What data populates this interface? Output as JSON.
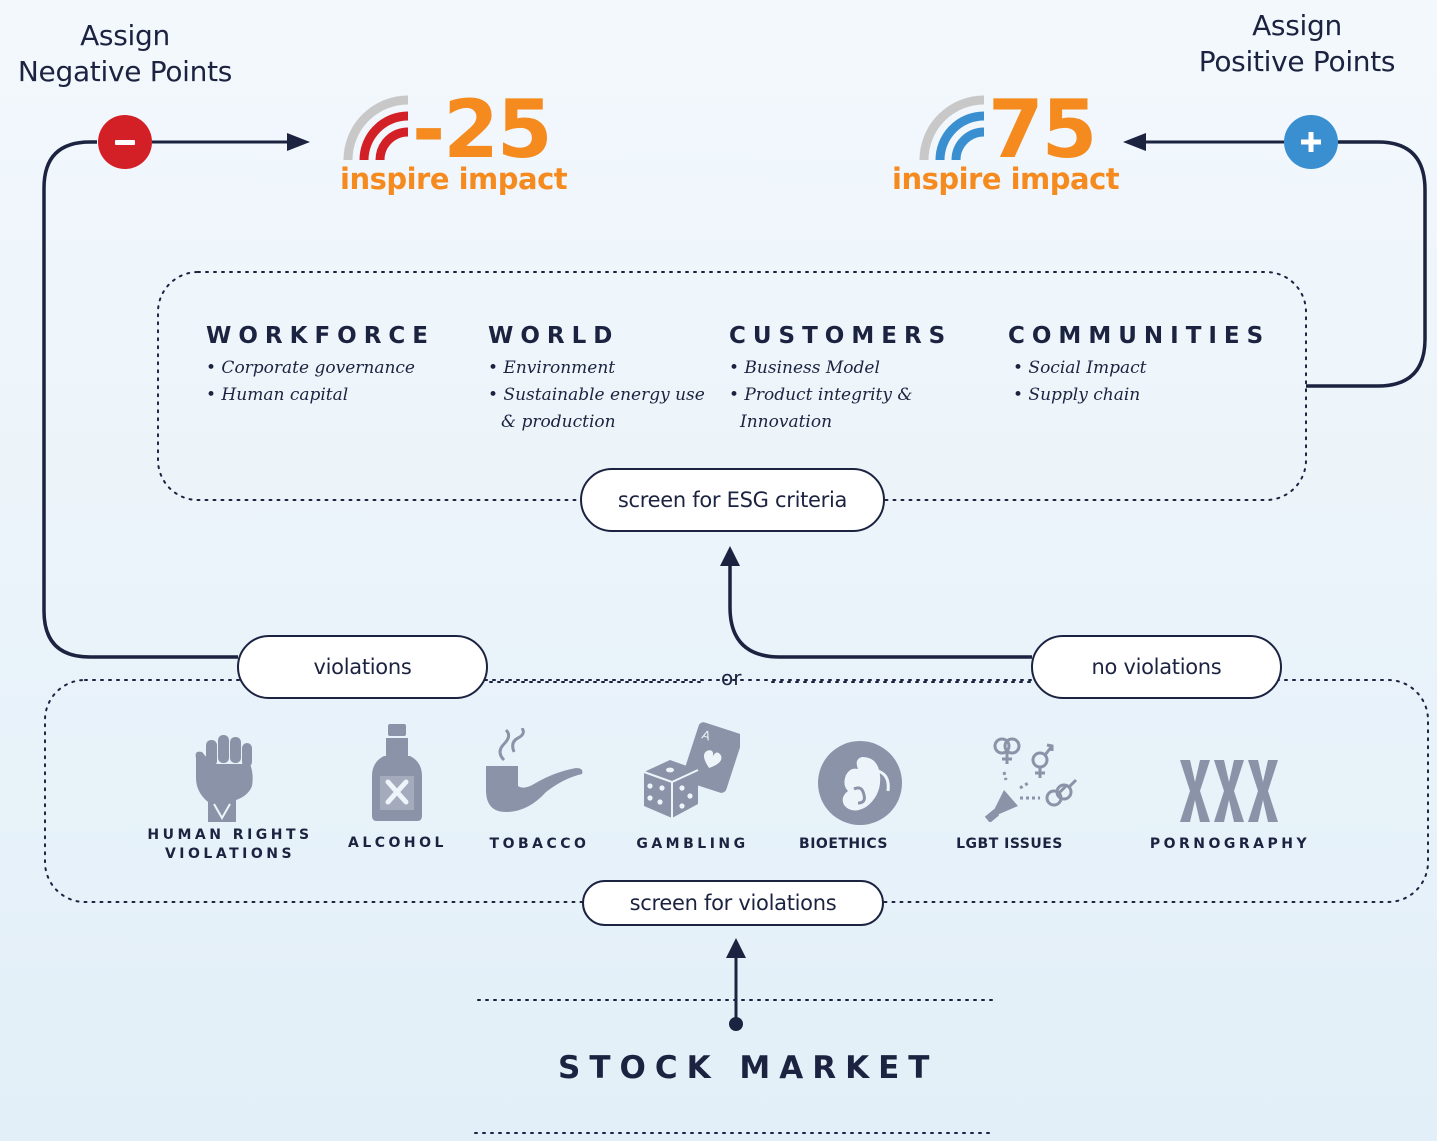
{
  "headings": {
    "negative": [
      "Assign",
      "Negative Points"
    ],
    "positive": [
      "Assign",
      "Positive Points"
    ]
  },
  "scores": {
    "negative": {
      "value": "-25",
      "brand": "inspire impact"
    },
    "positive": {
      "value": "75",
      "brand": "inspire impact"
    }
  },
  "categories": [
    {
      "title": "WORKFORCE",
      "items": [
        "• Corporate governance",
        "• Human capital"
      ]
    },
    {
      "title": "WORLD",
      "items": [
        "• Sustainable energy use",
        "& production",
        "• Environment"
      ]
    },
    {
      "title": "CUSTOMERS",
      "items": [
        "• Business Model",
        "• Product integrity &",
        "Innovation"
      ]
    },
    {
      "title": "COMMUNITIES",
      "items": [
        "• Social Impact",
        "• Supply chain"
      ]
    }
  ],
  "pills": {
    "esg": "screen for ESG criteria",
    "violations": "violations",
    "no_violations": "no violations",
    "screen_violations": "screen for violations"
  },
  "or_label": "or",
  "violation_icons": [
    {
      "icon": "fist-icon",
      "label": [
        "HUMAN RIGHTS",
        "VIOLATIONS"
      ]
    },
    {
      "icon": "bottle-icon",
      "label": [
        "ALCOHOL"
      ]
    },
    {
      "icon": "pipe-icon",
      "label": [
        "TOBACCO"
      ]
    },
    {
      "icon": "dice-icon",
      "label": [
        "GAMBLING"
      ]
    },
    {
      "icon": "embryo-icon",
      "label": [
        "BIOETHICS"
      ]
    },
    {
      "icon": "gender-symbols-icon",
      "label": [
        "LGBT ISSUES"
      ]
    },
    {
      "icon": "xxx-icon",
      "label": [
        "PORNOGRAPHY"
      ]
    }
  ],
  "stock_market": "STOCK MARKET",
  "colors": {
    "navy": "#1b2340",
    "orange": "#f58a1f",
    "negative_red": "#d32027",
    "positive_blue": "#3a8fd1",
    "icon_gray": "#8a93a8",
    "arc_gray": "#c8c8c8"
  }
}
